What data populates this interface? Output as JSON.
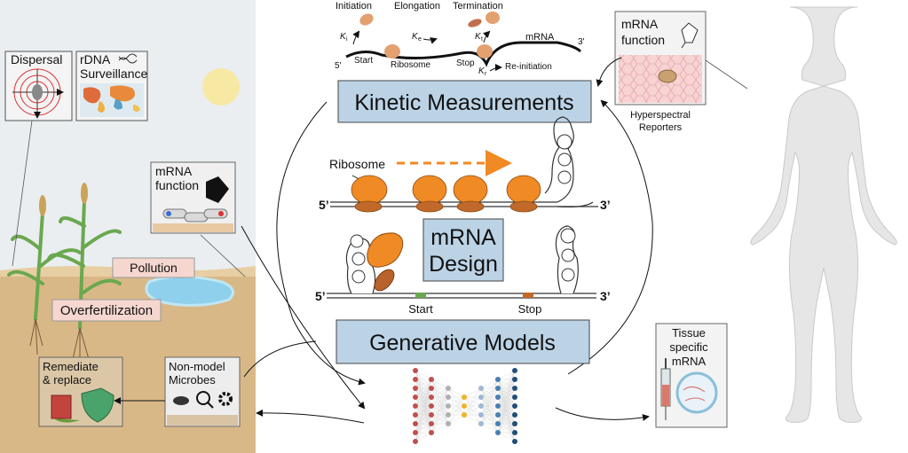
{
  "left_panel": {
    "dispersal": "Dispersal",
    "rdna_line1": "rDNA",
    "rdna_line2": "Surveillance",
    "mrna_function_line1": "mRNA",
    "mrna_function_line2": "function",
    "pollution": "Pollution",
    "overfertilization": "Overfertilization",
    "remediate_line1": "Remediate",
    "remediate_line2": "& replace",
    "nonmodel_line1": "Non-model",
    "nonmodel_line2": "Microbes"
  },
  "translation": {
    "initiation": "Initiation",
    "elongation": "Elongation",
    "termination": "Termination",
    "ki": "K",
    "ki_sub": "i",
    "ke": "K",
    "ke_sub": "e",
    "kt": "K",
    "kt_sub": "t",
    "kr": "K",
    "kr_sub": "r",
    "mrna": "mRNA",
    "five_prime": "5'",
    "three_prime": "3'",
    "start": "Start",
    "ribosome": "Ribosome",
    "stop": "Stop",
    "reinitiation": "Re-initiation"
  },
  "center": {
    "kinetic_measurements": "Kinetic Measurements",
    "ribosome": "Ribosome",
    "five_prime": "5’",
    "three_prime": "3’",
    "mrna_design_line1": "mRNA",
    "mrna_design_line2": "Design",
    "five_prime_b": "5’",
    "three_prime_b": "3’",
    "start": "Start",
    "stop": "Stop",
    "generative_models": "Generative Models"
  },
  "right_panel": {
    "mrna_function_line1": "mRNA",
    "mrna_function_line2": "function",
    "hyperspectral_line1": "Hyperspectral",
    "hyperspectral_line2": "Reporters",
    "tissue_line1": "Tissue",
    "tissue_line2": "specific",
    "tissue_line3": "mRNA"
  },
  "colors": {
    "sky": "#e9eef0",
    "soil": "#d9b887",
    "box_blue": "#bcd3e6",
    "ribosome_orange": "#f08a24",
    "ribosome_brown": "#b8632b",
    "pink_label": "#f6d7d0",
    "water": "#8fd0ec"
  }
}
